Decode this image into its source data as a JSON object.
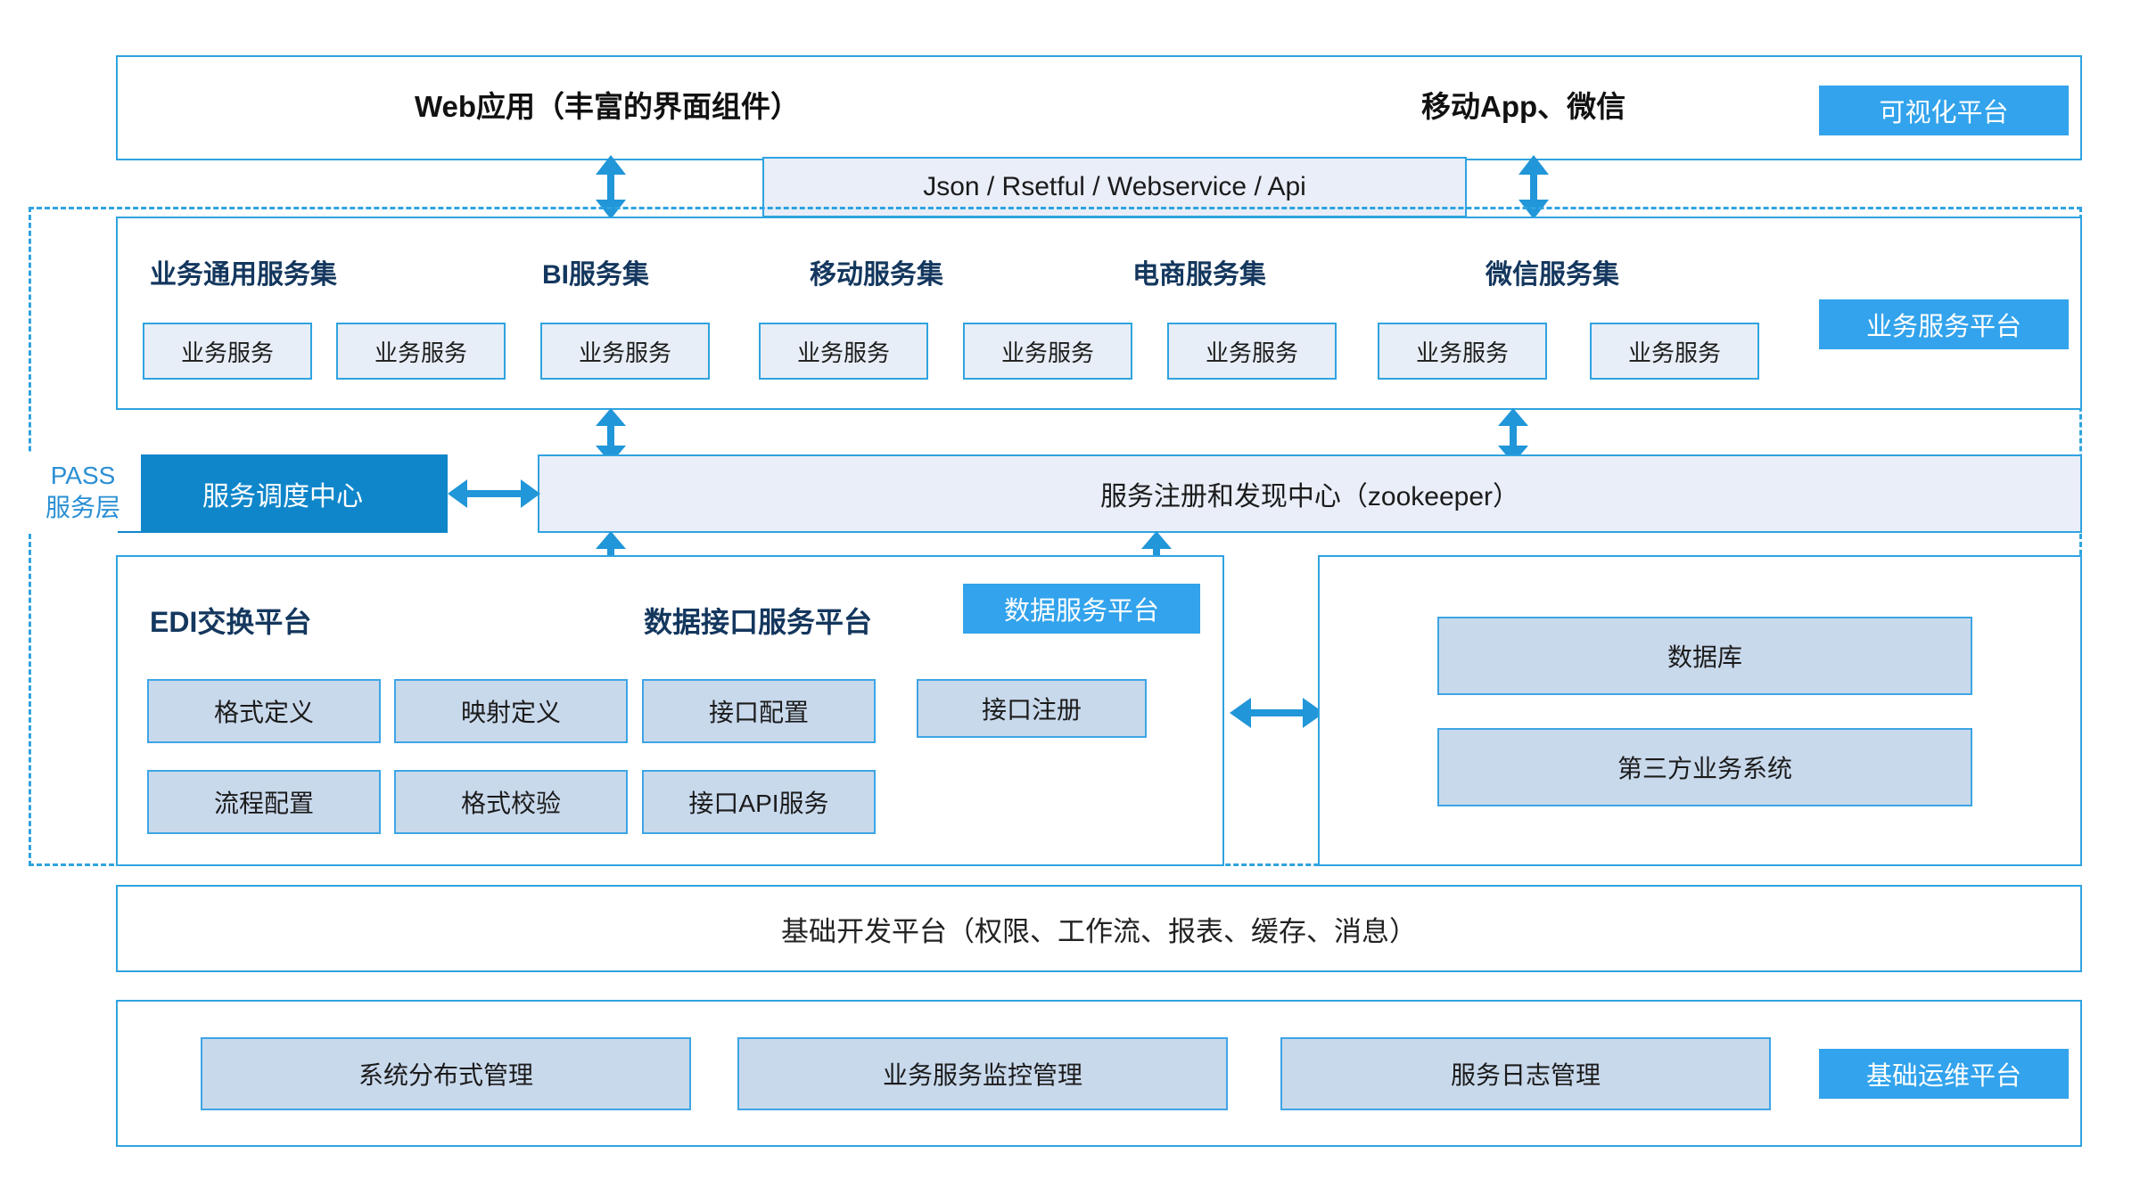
{
  "diagram": {
    "title_hint": "PaaS service platform architecture",
    "colors": {
      "accent_border": "#2fa3e0",
      "badge_blue": "#32a3ec",
      "solid_blue": "#1086ca",
      "group_title": "#14375e",
      "light_fill": "#e8eef7",
      "mid_fill": "#c9d9ec",
      "pale_fill": "#e9eef8"
    }
  },
  "presentation_layer": {
    "web_app_label": "Web应用（丰富的界面组件）",
    "mobile_label": "移动App、微信",
    "badge": "可视化平台"
  },
  "interface_bar": {
    "label": "Json / Rsetful / Webservice / Api"
  },
  "pass_zone": {
    "label_line1": "PASS",
    "label_line2": "服务层"
  },
  "business_service_layer": {
    "badge": "业务服务平台",
    "service_sets": [
      {
        "title": "业务通用服务集",
        "items": [
          "业务服务",
          "业务服务"
        ]
      },
      {
        "title": "BI服务集",
        "items": [
          "业务服务"
        ]
      },
      {
        "title": "移动服务集",
        "items": [
          "业务服务",
          "业务服务"
        ]
      },
      {
        "title": "电商服务集",
        "items": [
          "业务服务"
        ]
      },
      {
        "title": "微信服务集",
        "items": [
          "业务服务",
          "业务服务"
        ]
      }
    ],
    "service_box_label": "业务服务"
  },
  "registry_row": {
    "dispatch_center": "服务调度中心",
    "registry_center": "服务注册和发现中心（zookeeper）"
  },
  "data_service_layer": {
    "badge": "数据服务平台",
    "edi_platform": {
      "title": "EDI交换平台",
      "row1": [
        "格式定义",
        "映射定义"
      ],
      "row2": [
        "流程配置",
        "格式校验"
      ]
    },
    "data_interface_platform": {
      "title": "数据接口服务平台",
      "row1": [
        "接口配置",
        "接口注册"
      ],
      "row2": [
        "接口API服务"
      ]
    },
    "external_panel": {
      "items": [
        "数据库",
        "第三方业务系统"
      ]
    }
  },
  "foundation_layer": {
    "label": "基础开发平台（权限、工作流、报表、缓存、消息）"
  },
  "ops_layer": {
    "badge": "基础运维平台",
    "items": [
      "系统分布式管理",
      "业务服务监控管理",
      "服务日志管理"
    ]
  },
  "arrows": {
    "icon_vertical": "double-arrow-vertical-icon",
    "icon_horizontal": "double-arrow-horizontal-icon"
  }
}
